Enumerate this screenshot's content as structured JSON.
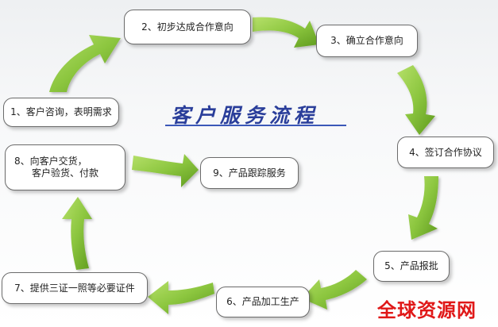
{
  "title": "客户服务流程",
  "watermark": "全球资源网",
  "colors": {
    "arrow": "#8cc63f",
    "arrow_dark": "#5e9a1e",
    "title": "#2a3e9a",
    "watermark": "#e01818",
    "node_border": "#6b6b6b"
  },
  "steps": {
    "s1": "1、客户咨询，表明需求",
    "s2": "2、初步达成合作意向",
    "s3": "3、确立合作意向",
    "s4": "4、签订合作协议",
    "s5": "5、产品报批",
    "s6": "6、产品加工生产",
    "s7": "7、提供三证一照等必要证件",
    "s8_line1": "8、向客户交货，",
    "s8_line2": "客户验货、付款",
    "s9": "9、产品跟踪服务"
  }
}
